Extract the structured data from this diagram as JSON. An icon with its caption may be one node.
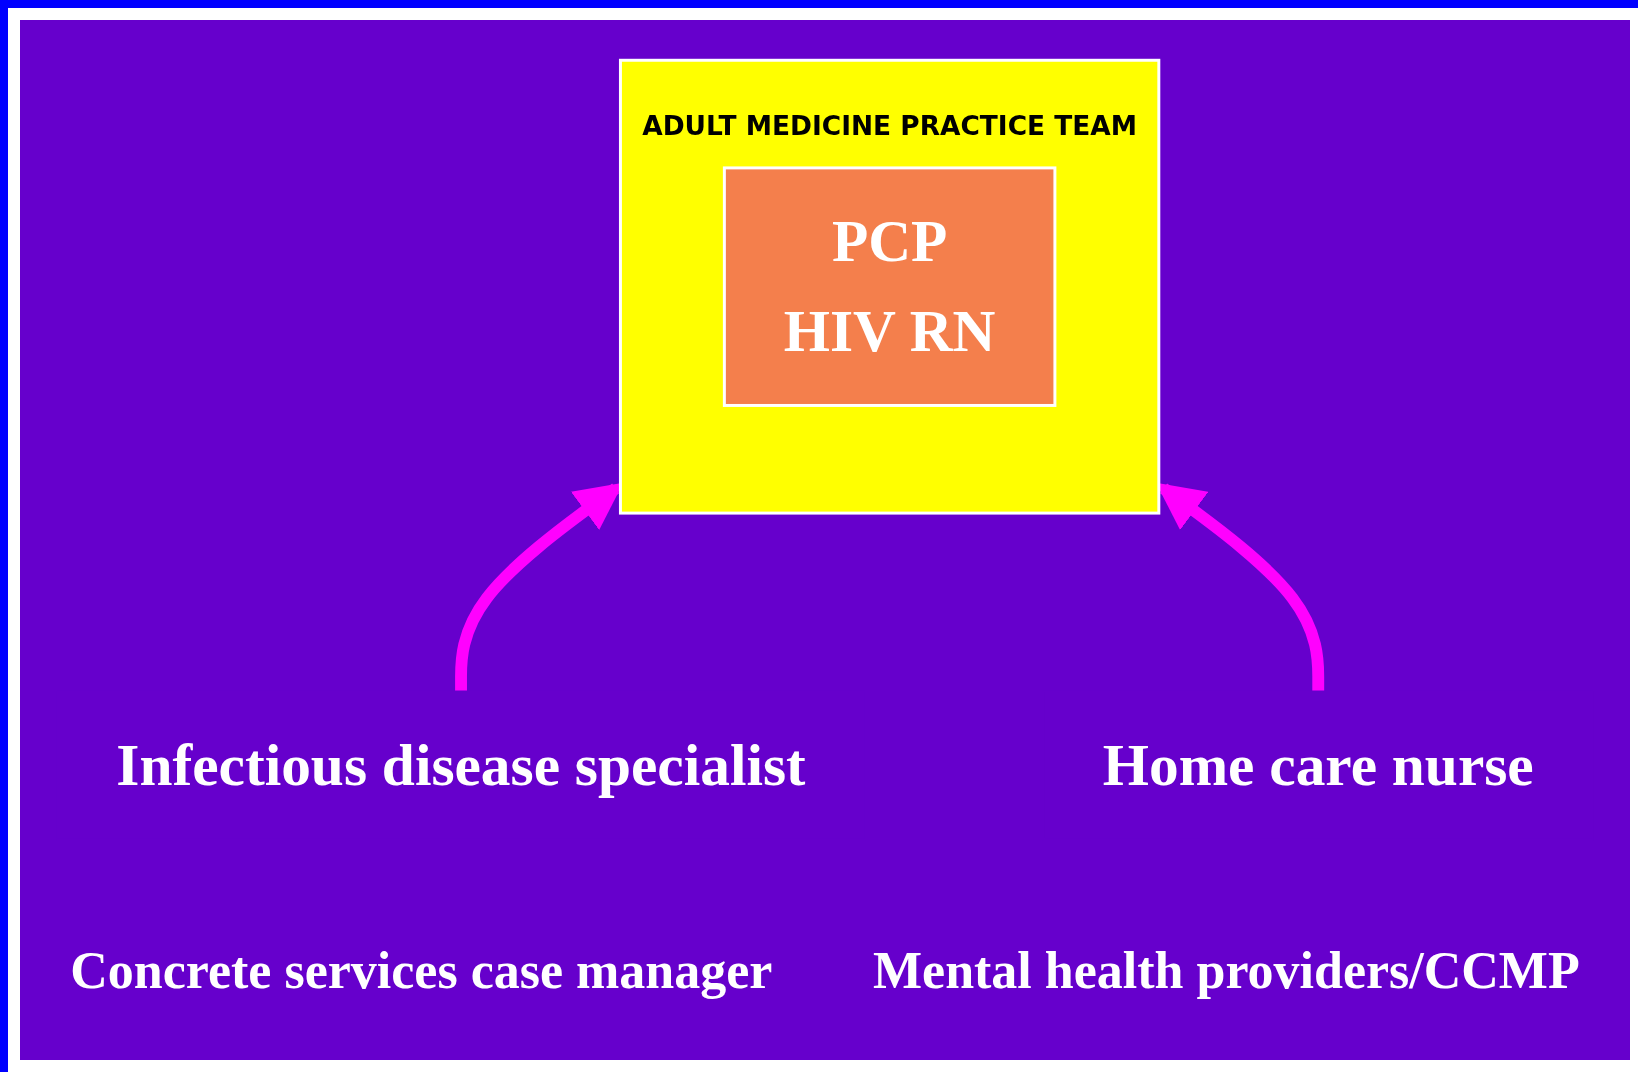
{
  "diagram": {
    "nodes": [
      {
        "text": [
          "ADULT MEDICINE PRACTICE TEAM"
        ]
      },
      {
        "text": [
          "PCP",
          "HIV RN"
        ],
        "in": 0
      },
      {
        "text": [
          "Infectious disease specialist"
        ]
      },
      {
        "text": [
          "Home care nurse"
        ]
      }
    ],
    "edges": [
      {
        "from": 2,
        "to": 0,
        "arrow": "to"
      },
      {
        "from": 3,
        "to": 0,
        "arrow": "to"
      }
    ],
    "labels": [
      "Concrete services case manager",
      "Mental health providers/CCMP"
    ]
  }
}
